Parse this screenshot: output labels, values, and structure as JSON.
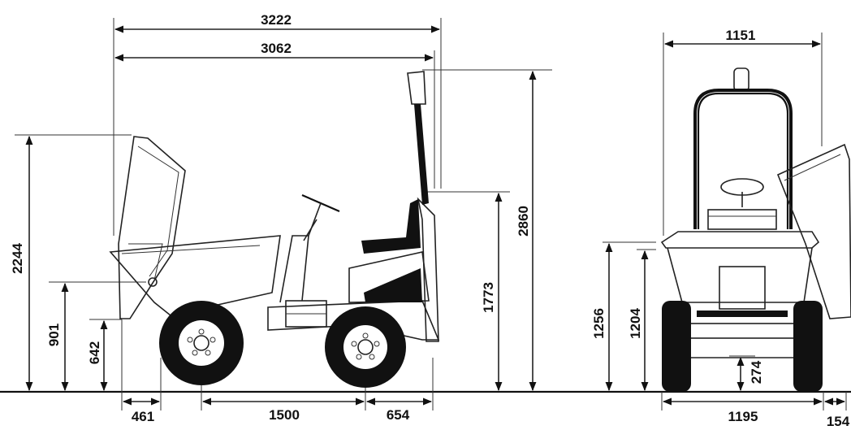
{
  "dimensions": {
    "overall_length": "3222",
    "length_to_seat": "3062",
    "front_view_width_top": "1151",
    "dumped_height": "2244",
    "overall_height": "2860",
    "seat_height": "1773",
    "skip_pivot_height": "901",
    "skip_lip_height": "642",
    "front_overhang": "461",
    "wheelbase": "1500",
    "rear_overhang": "654",
    "front_skip_height": "1256",
    "front_body_height": "1204",
    "ground_clearance": "274",
    "track_width": "1195",
    "side_offset": "154"
  }
}
